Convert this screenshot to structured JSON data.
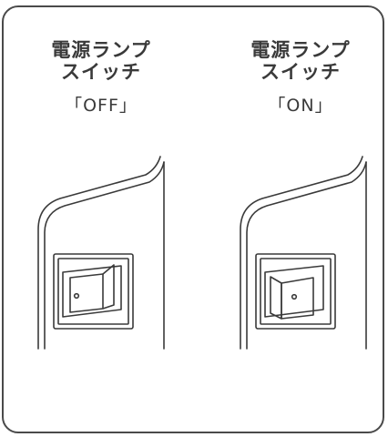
{
  "switches": [
    {
      "title_line1": "電源ランプ",
      "title_line2": "スイッチ",
      "state_label": "「OFF」"
    },
    {
      "title_line1": "電源ランプ",
      "title_line2": "スイッチ",
      "state_label": "「ON」"
    }
  ]
}
